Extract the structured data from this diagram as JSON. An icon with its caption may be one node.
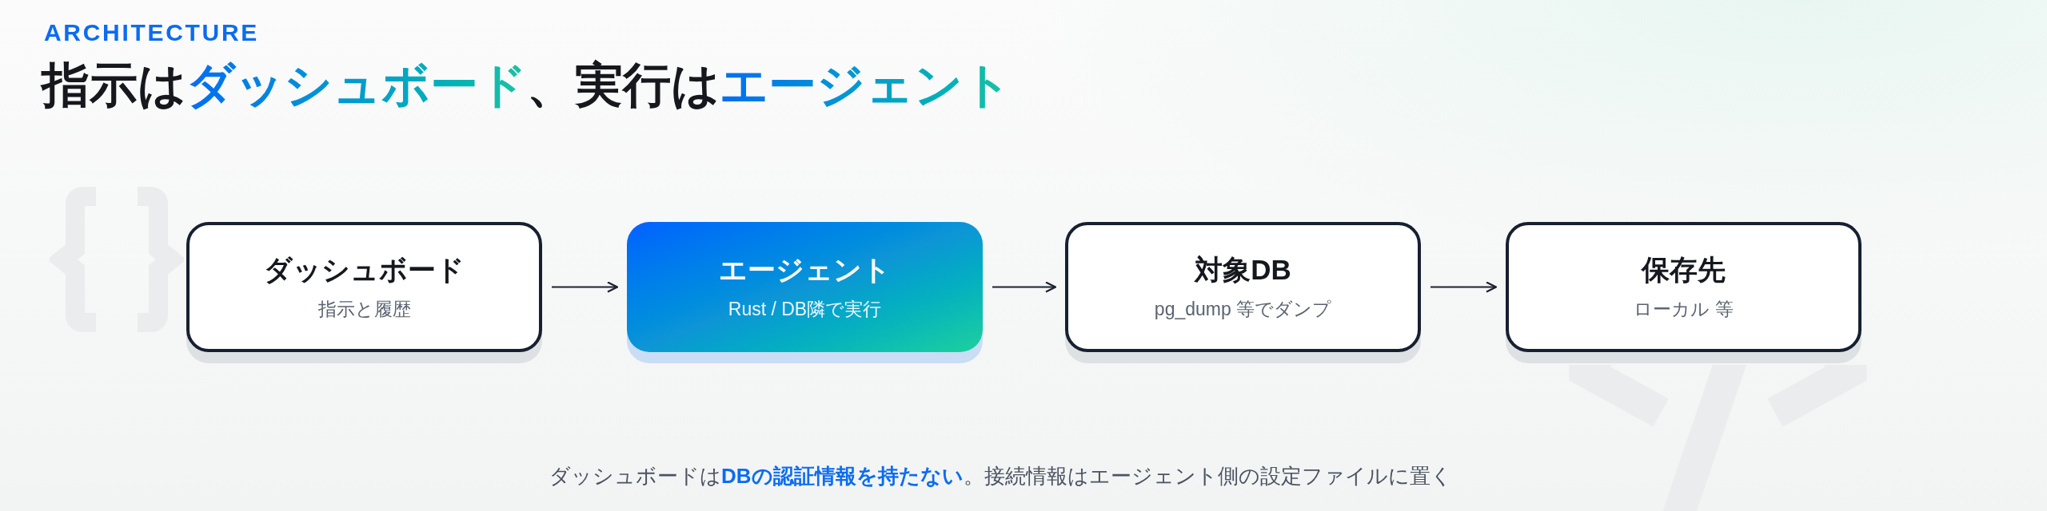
{
  "diagram": {
    "title": "指示は**ダッシュボード**、実行は**エージェント**",
    "labels": [
      "ARCHITECTURE"
    ],
    "nodes": [
      {
        "text": [
          "ダッシュボード",
          "指示と履歴"
        ]
      },
      {
        "text": [
          "エージェント",
          "Rust / DB隣で実行"
        ]
      },
      {
        "text": [
          "対象DB",
          "pg_dump 等でダンプ"
        ]
      },
      {
        "text": [
          "保存先",
          "ローカル 等"
        ]
      }
    ],
    "edges": [
      {
        "from": 0,
        "to": 1,
        "arrow": "to"
      },
      {
        "from": 1,
        "to": 2,
        "arrow": "to"
      },
      {
        "from": 2,
        "to": 3,
        "arrow": "to"
      }
    ],
    "caption": "ダッシュボードは**DBの認証情報を持たない**。接続情報はエージェント側の設定ファイルに置く"
  }
}
